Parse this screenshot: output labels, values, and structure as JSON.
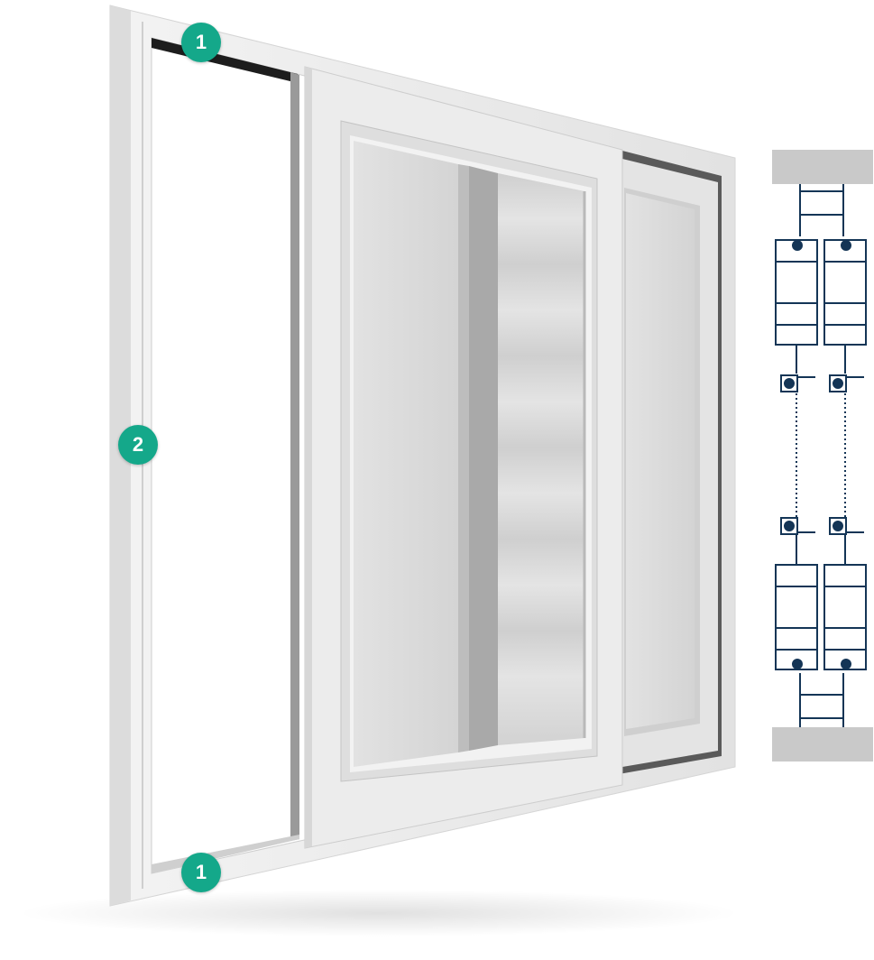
{
  "colors": {
    "accent": "#14a88a",
    "frame": "#e9e9e9",
    "frame_shadow": "#cfcfcf",
    "screen": "#d9d9d9",
    "profile_stroke": "#143556",
    "profile_rail": "#c9c9c9"
  },
  "markers": {
    "top_rail": "1",
    "side_jamb": "2",
    "bottom_rail": "1"
  },
  "icons": {
    "product": "sliding-screen-door-illustration",
    "section": "profile-cross-section-diagram"
  }
}
